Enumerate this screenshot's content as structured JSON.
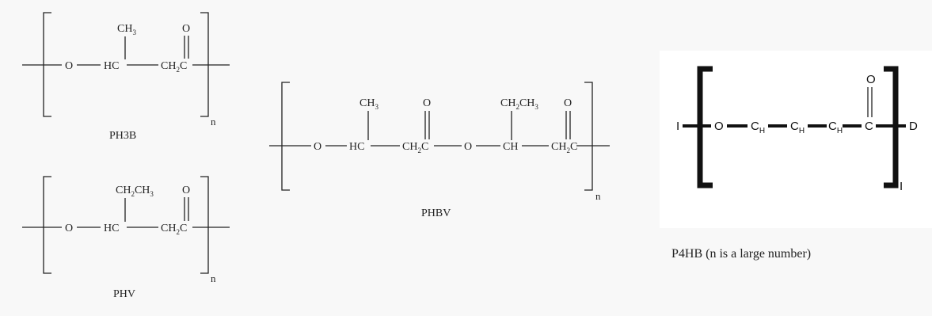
{
  "structures": {
    "ph3b": {
      "caption": "PH3B",
      "atoms": {
        "o": "O",
        "hc": "HC",
        "ch2c_main": "CH",
        "ch2c_sub": "2",
        "ch2c_tail": "C",
        "ch3_main": "CH",
        "ch3_sub": "3",
        "carbonyl_o": "O"
      },
      "repeat": "n"
    },
    "phv": {
      "caption": "PHV",
      "atoms": {
        "o": "O",
        "hc": "HC",
        "ch2c_main": "CH",
        "ch2c_sub": "2",
        "ch2c_tail": "C",
        "side_a": "CH",
        "side_a_sub": "2",
        "side_b": "CH",
        "side_b_sub": "3",
        "carbonyl_o": "O"
      },
      "repeat": "n"
    },
    "phbv": {
      "caption": "PHBV",
      "atoms": {
        "o1": "O",
        "hc": "HC",
        "ch2c1_main": "CH",
        "ch2c1_sub": "2",
        "ch2c1_tail": "C",
        "o2": "O",
        "ch": "CH",
        "ch2c2_main": "CH",
        "ch2c2_sub": "2",
        "ch2c2_tail": "C",
        "ch3_main": "CH",
        "ch3_sub": "3",
        "side_a": "CH",
        "side_a_sub": "2",
        "side_b": "CH",
        "side_b_sub": "3",
        "carbonyl_o1": "O",
        "carbonyl_o2": "O"
      },
      "repeat": "n"
    },
    "p4hb": {
      "caption": "P4HB (n is a large number)",
      "glyphs": {
        "left_end": "I",
        "o": "O",
        "c1": "C",
        "c1_sub": "H",
        "c2": "C",
        "c2_sub": "H",
        "c3": "C",
        "c3_sub": "H",
        "carbonyl_c": "C",
        "carbonyl_o": "O",
        "right_end": "D",
        "repeat": "I"
      }
    }
  }
}
